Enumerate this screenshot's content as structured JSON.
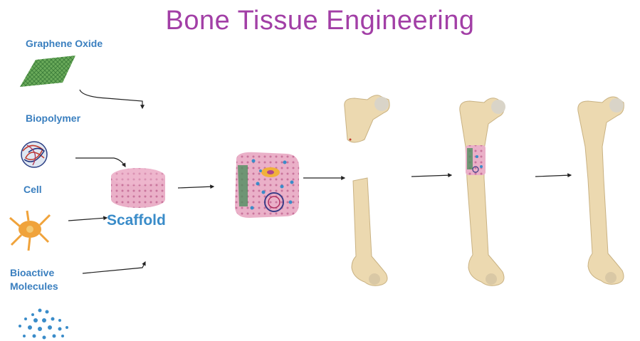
{
  "title": "Bone Tissue Engineering",
  "components": {
    "graphene_oxide": "Graphene Oxide",
    "biopolymer": "Biopolymer",
    "cell": "Cell",
    "bioactive_line1": "Bioactive",
    "bioactive_line2": "Molecules"
  },
  "scaffold_label": "Scaffold",
  "colors": {
    "title": "#a23fa6",
    "label": "#3a7fbf",
    "bone": "#ecd9b0",
    "scaffold": "#e9a5c3"
  }
}
